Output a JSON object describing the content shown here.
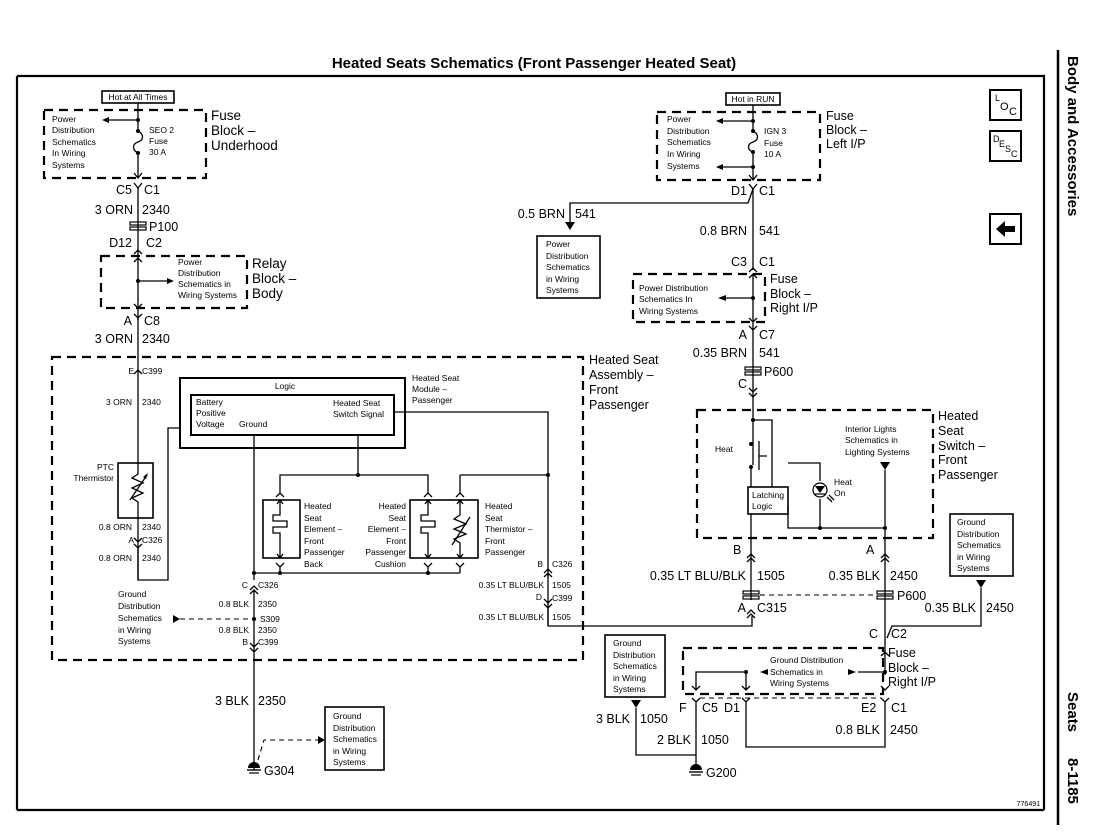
{
  "title": "Heated Seats Schematics (Front Passenger Heated Seat)",
  "side_header": "Body and Accessories",
  "side_footer": {
    "section": "Seats",
    "page": "8-1185"
  },
  "figure_number": "776491",
  "nav_icons": {
    "loc": "LOC",
    "desc": "DESC",
    "back": "back-arrow-icon"
  },
  "left_circuit": {
    "hot_label": "Hot at All Times",
    "fuse_block_underhood": {
      "name_lines": [
        "Fuse",
        "Block –",
        "Underhood"
      ],
      "ref_lines": [
        "Power",
        "Distribution",
        "Schematics",
        "In Wiring",
        "Systems"
      ],
      "fuse_lines": [
        "SEO 2",
        "Fuse",
        "30 A"
      ],
      "connector": [
        "C5",
        "C1"
      ]
    },
    "wire1": {
      "gauge": "3 ORN",
      "circuit": "2340"
    },
    "p100": "P100",
    "relay_connector_top": [
      "D12",
      "C2"
    ],
    "relay_block": {
      "name_lines": [
        "Relay",
        "Block –",
        "Body"
      ],
      "ref_lines": [
        "Power",
        "Distribution",
        "Schematics in",
        "Wiring Systems"
      ]
    },
    "relay_connector_bottom": [
      "A",
      "C8"
    ],
    "wire2": {
      "gauge": "3 ORN",
      "circuit": "2340"
    }
  },
  "seat_assembly": {
    "name_lines": [
      "Heated Seat",
      "Assembly –",
      "Front",
      "Passenger"
    ],
    "c399_top": [
      "E",
      "C399"
    ],
    "wire3": {
      "gauge": "3 ORN",
      "circuit": "2340"
    },
    "ptc_lines": [
      "PTC",
      "Thermistor"
    ],
    "wire4": {
      "gauge": "0.8 ORN",
      "circuit": "2340"
    },
    "c326_a": [
      "A",
      "C326"
    ],
    "wire5": {
      "gauge": "0.8 ORN",
      "circuit": "2340"
    },
    "module": {
      "logic": "Logic",
      "name_lines": [
        "Heated Seat",
        "Module –",
        "Passenger"
      ],
      "battery_lines": [
        "Battery",
        "Positive",
        "Voltage"
      ],
      "ground": "Ground",
      "switch_lines": [
        "Heated Seat",
        "Switch Signal"
      ]
    },
    "element_back_lines": [
      "Heated",
      "Seat",
      "Element –",
      "Front",
      "Passenger",
      "Back"
    ],
    "element_cushion_lines": [
      "Heated",
      "Seat",
      "Element –",
      "Front",
      "Passenger",
      "Cushion"
    ],
    "thermistor_lines": [
      "Heated",
      "Seat",
      "Thermistor –",
      "Front",
      "Passenger"
    ],
    "c326_c": [
      "C",
      "C326"
    ],
    "wire6": {
      "gauge": "0.8 BLK",
      "circuit": "2350"
    },
    "s309": "S309",
    "ground_ref_lines": [
      "Ground",
      "Distribution",
      "Schematics",
      "in Wiring",
      "Systems"
    ],
    "wire7": {
      "gauge": "0.8 BLK",
      "circuit": "2350"
    },
    "c399_b": [
      "B",
      "C399"
    ],
    "c326_b": [
      "B",
      "C326"
    ],
    "wire8": {
      "gauge": "0.35 LT BLU/BLK",
      "circuit": "1505"
    },
    "c399_d": [
      "D",
      "C399"
    ],
    "wire9": {
      "gauge": "0.35 LT BLU/BLK",
      "circuit": "1505"
    }
  },
  "ground_g304": {
    "wire": {
      "gauge": "3 BLK",
      "circuit": "2350"
    },
    "ref_lines": [
      "Ground",
      "Distribution",
      "Schematics",
      "in Wiring",
      "Systems"
    ],
    "label": "G304"
  },
  "right_circuit": {
    "hot_label": "Hot in RUN",
    "fuse_block_left_ip": {
      "name_lines": [
        "Fuse",
        "Block –",
        "Left I/P"
      ],
      "ref_lines": [
        "Power",
        "Distribution",
        "Schematics",
        "In Wiring",
        "Systems"
      ],
      "fuse_lines": [
        "IGN 3",
        "Fuse",
        "10 A"
      ],
      "connector": [
        "D1",
        "C1"
      ]
    },
    "branch_wire": {
      "gauge": "0.5 BRN",
      "circuit": "541"
    },
    "power_ref_lines": [
      "Power",
      "Distribution",
      "Schematics",
      "in Wiring",
      "Systems"
    ],
    "wire1": {
      "gauge": "0.8 BRN",
      "circuit": "541"
    },
    "rip_connector_top": [
      "C3",
      "C1"
    ],
    "fuse_block_right_ip": {
      "name_lines": [
        "Fuse",
        "Block –",
        "Right I/P"
      ],
      "ref_lines": [
        "Power Distribution",
        "Schematics In",
        "Wiring Systems"
      ]
    },
    "rip_connector_bottom": [
      "A",
      "C7"
    ],
    "wire2": {
      "gauge": "0.35 BRN",
      "circuit": "541"
    },
    "p600_top": [
      "C",
      "P600"
    ],
    "switch": {
      "name_lines": [
        "Heated",
        "Seat",
        "Switch –",
        "Front",
        "Passenger"
      ],
      "heat": "Heat",
      "latching_lines": [
        "Latching",
        "Logic"
      ],
      "heat_on_lines": [
        "Heat",
        "On"
      ],
      "interior_lines": [
        "Interior Lights",
        "Schematics in",
        "Lighting Systems"
      ],
      "pin_b": "B",
      "pin_a": "A"
    },
    "wire3": {
      "gauge": "0.35 LT BLU/BLK",
      "circuit": "1505"
    },
    "wire4": {
      "gauge": "0.35 BLK",
      "circuit": "2450"
    },
    "c315": [
      "A",
      "C315"
    ],
    "p600_mid": "P600",
    "ground_ref1_lines": [
      "Ground",
      "Distribution",
      "Schematics",
      "in Wiring",
      "Systems"
    ],
    "wire5": {
      "gauge": "0.35 BLK",
      "circuit": "2450"
    },
    "c2": [
      "C",
      "C2"
    ],
    "fuse_block_right_ip2": {
      "name_lines": [
        "Fuse",
        "Block –",
        "Right I/P"
      ],
      "ref_lines": [
        "Ground Distribution",
        "Schematics in",
        "Wiring Systems"
      ]
    },
    "ground_ref2_lines": [
      "Ground",
      "Distribution",
      "Schematics",
      "in Wiring",
      "Systems"
    ],
    "bottom_connectors": [
      "F",
      "C5",
      "D1",
      "E2",
      "C1"
    ],
    "wire6": {
      "gauge": "3 BLK",
      "circuit": "1050"
    },
    "wire7": {
      "gauge": "2 BLK",
      "circuit": "1050"
    },
    "wire8": {
      "gauge": "0.8 BLK",
      "circuit": "2450"
    },
    "g200": "G200"
  }
}
